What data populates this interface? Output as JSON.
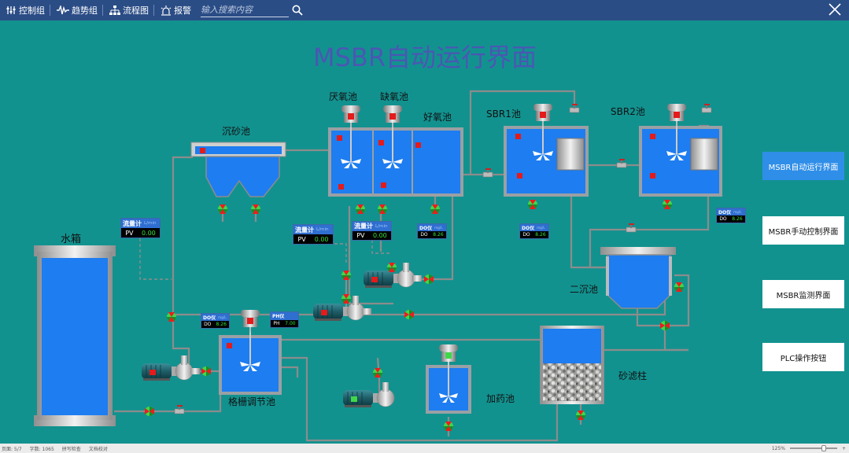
{
  "toolbar": {
    "control_group": "控制组",
    "trend_group": "趋势组",
    "flowchart": "流程图",
    "alarm": "报警",
    "search_placeholder": "输入搜索内容"
  },
  "title": "MSBR自动运行界面",
  "labels": {
    "water_tank": "水箱",
    "grit_chamber": "沉砂池",
    "anaerobic": "厌氧池",
    "anoxic": "缺氧池",
    "aerobic": "好氧池",
    "sbr1": "SBR1池",
    "sbr2": "SBR2池",
    "secondary_clarifier": "二沉池",
    "sand_filter": "砂滤柱",
    "grid_tank": "格栅调节池",
    "dosing_tank": "加药池"
  },
  "meters": {
    "flow1": {
      "title": "流量计",
      "unit": "L/min",
      "key": "PV",
      "value": "0.00"
    },
    "flow2": {
      "title": "流量计",
      "unit": "L/min",
      "key": "PV",
      "value": "0.00"
    },
    "flow3": {
      "title": "流量计",
      "unit": "L/min",
      "key": "PV",
      "value": "0.00"
    },
    "do_aerobic": {
      "title": "DO仪",
      "unit": "mg/L",
      "key": "DO",
      "value": "8.26"
    },
    "do_sbr1": {
      "title": "DO仪",
      "unit": "mg/L",
      "key": "DO",
      "value": "8.26"
    },
    "do_sbr2": {
      "title": "DO仪",
      "unit": "mg/L",
      "key": "DO",
      "value": "8.26"
    },
    "do_grid": {
      "title": "DO仪",
      "unit": "mg/L",
      "key": "DO",
      "value": "8.26"
    },
    "ph_grid": {
      "title": "PH仪",
      "unit": "",
      "key": "PH",
      "value": "7.00"
    }
  },
  "nav": {
    "auto": "MSBR自动运行界面",
    "manual": "MSBR手动控制界面",
    "monitor": "MSBR监测界面",
    "plc": "PLC操作按钮"
  },
  "statusbar": {
    "page": "页面: 5/7",
    "words": "字数: 1065",
    "spell": "拼写检查",
    "proof": "文档校对",
    "zoom": "125%"
  },
  "colors": {
    "background": "#12928f",
    "water": "#1e7df0",
    "pipe": "#8c8c8c",
    "accent": "#2f8ee8",
    "title": "#4b57b3"
  }
}
